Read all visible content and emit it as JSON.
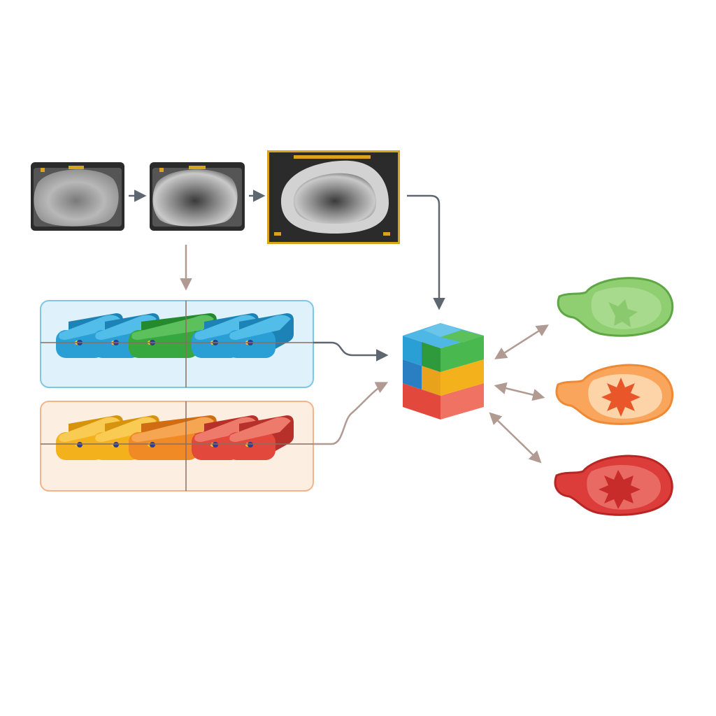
{
  "colors": {
    "background": "#ffffff",
    "blue_panel_fill": "#dff1fa",
    "blue_panel_border": "#7ec6e6",
    "orange_panel_fill": "#fdeee2",
    "orange_panel_border": "#f2b48c",
    "connector_dark": "#5e6670",
    "connector_muted": "#b09a92",
    "scan_frame": "#2b2b2b",
    "scan_highlight_frame": "#d9a320",
    "cyan_block": "#2a9fd6",
    "green_block": "#36a83f",
    "yellow_block": "#f3b21c",
    "orange_block": "#f08a24",
    "red_block": "#e2483c",
    "green_blob": "#8fcf72",
    "orange_blob": "#f9a55b",
    "red_blob": "#dc3c3a"
  },
  "icons": {
    "scan_1": "ct-scan-slice-icon",
    "scan_2": "ct-scan-slice-icon",
    "scan_3": "ct-scan-slice-icon",
    "cube": "stacked-cube-icon",
    "output_1": "green-organ-blob-icon",
    "output_2": "orange-organ-blob-icon",
    "output_3": "red-organ-blob-icon"
  },
  "diagram": {
    "scan_count": 3,
    "blue_row_blocks": [
      "cyan",
      "cyan",
      "green",
      "cyan",
      "cyan"
    ],
    "warm_row_blocks": [
      "yellow",
      "yellow",
      "orange",
      "red",
      "red"
    ],
    "output_count": 3
  }
}
